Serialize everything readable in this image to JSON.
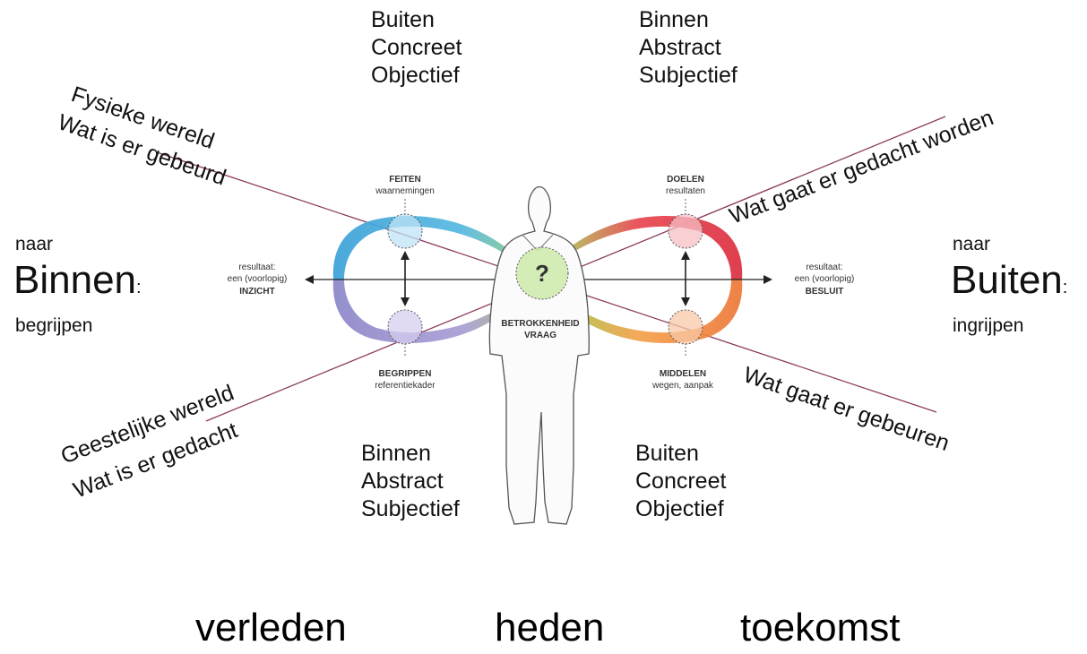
{
  "quadrants": {
    "top_left": [
      "Buiten",
      "Concreet",
      "Objectief"
    ],
    "top_right": [
      "Binnen",
      "Abstract",
      "Subjectief"
    ],
    "bottom_left": [
      "Binnen",
      "Abstract",
      "Subjectief"
    ],
    "bottom_right": [
      "Buiten",
      "Concreet",
      "Objectief"
    ]
  },
  "diagonals": {
    "upper_left": [
      "Fysieke wereld",
      "Wat is er gebeurd"
    ],
    "lower_left": [
      "Geestelijke wereld",
      "Wat is er gedacht"
    ],
    "upper_right": "Wat gaat er gedacht worden",
    "lower_right": "Wat gaat er gebeuren"
  },
  "sides": {
    "left": {
      "prefix": "naar",
      "main": "Binnen",
      "colon": ":",
      "sub": "begrijpen"
    },
    "right": {
      "prefix": "naar",
      "main": "Buiten",
      "colon": ":",
      "sub": "ingrijpen"
    }
  },
  "diagram_labels": {
    "feiten": {
      "title": "FEITEN",
      "sub": "waarnemingen"
    },
    "doelen": {
      "title": "DOELEN",
      "sub": "resultaten"
    },
    "begrippen": {
      "title": "BEGRIPPEN",
      "sub": "referentiekader"
    },
    "middelen": {
      "title": "MIDDELEN",
      "sub": "wegen, aanpak"
    },
    "left_result": [
      "resultaat:",
      "een (voorlopig)",
      "INZICHT"
    ],
    "right_result": [
      "resultaat:",
      "een (voorlopig)",
      "BESLUIT"
    ],
    "center": [
      "BETROKKENHEID",
      "VRAAG"
    ],
    "question": "?"
  },
  "timeline": [
    "verleden",
    "heden",
    "toekomst"
  ],
  "colors": {
    "blue": "#4aa8dc",
    "purple": "#9a8ccc",
    "red": "#e23a4a",
    "orange": "#f07a3a",
    "green": "#9cc84a",
    "diagonal_line": "#8a3a5a"
  }
}
